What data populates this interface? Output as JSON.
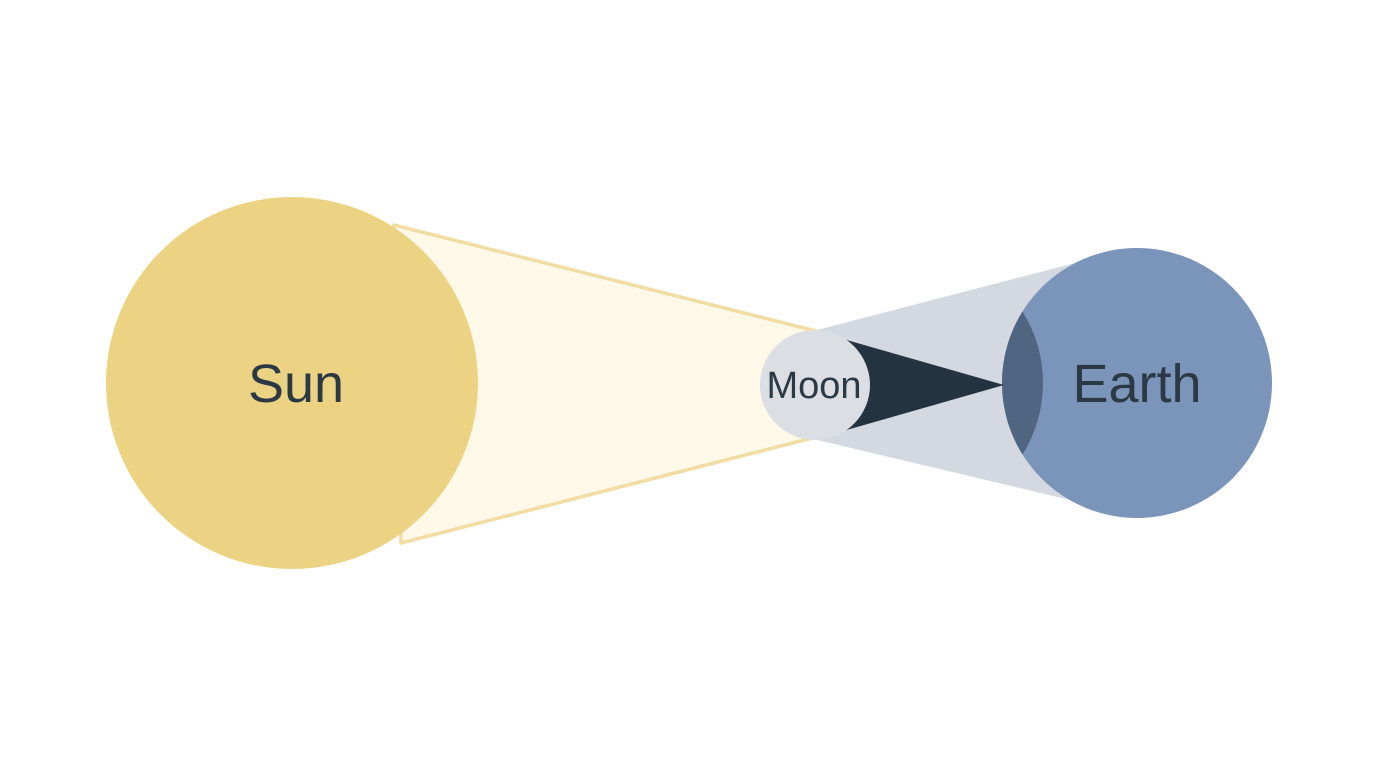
{
  "diagram": {
    "labels": {
      "sun": "Sun",
      "moon": "Moon",
      "earth": "Earth"
    },
    "colors": {
      "background": "#ffffff",
      "sun": "#ecd383",
      "light_cone_fill": "#fdf8e8",
      "light_cone_stroke": "#f1dda4",
      "penumbra": "#d4d9e1",
      "umbra": "#233340",
      "moon": "#dbdfe4",
      "earth": "#7b94ba",
      "shadow_on_earth": "#506581",
      "label_text": "#2b3945"
    }
  }
}
